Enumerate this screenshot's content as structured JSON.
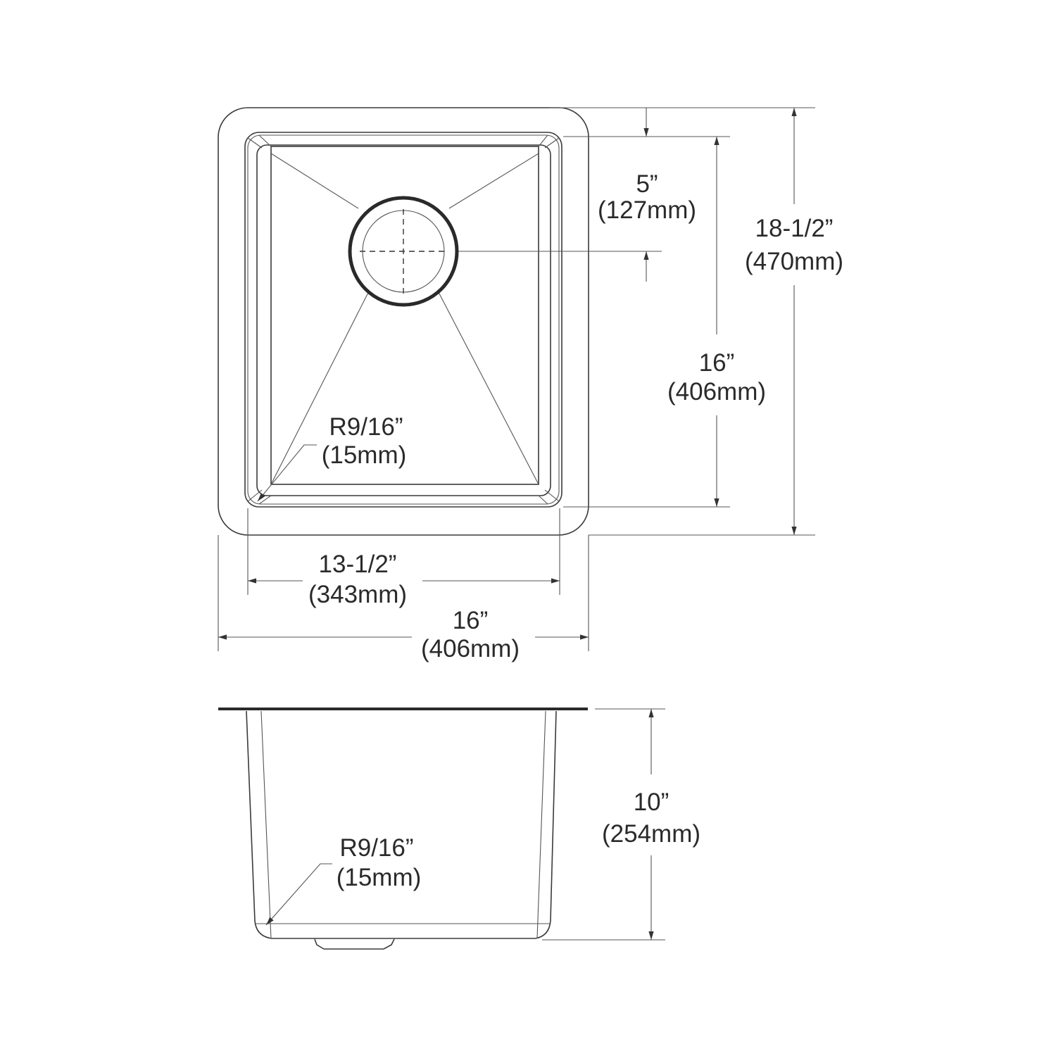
{
  "top_view": {
    "drain_offset": {
      "in": "5”",
      "mm": "(127mm)"
    },
    "bowl_length": {
      "in": "16”",
      "mm": "(406mm)"
    },
    "overall_length": {
      "in": "18-1/2”",
      "mm": "(470mm)"
    },
    "bowl_width": {
      "in": "13-1/2”",
      "mm": "(343mm)"
    },
    "overall_width": {
      "in": "16”",
      "mm": "(406mm)"
    },
    "corner_radius": {
      "in": "R9/16”",
      "mm": "(15mm)"
    }
  },
  "side_view": {
    "depth": {
      "in": "10”",
      "mm": "(254mm)"
    },
    "corner_radius": {
      "in": "R9/16”",
      "mm": "(15mm)"
    }
  },
  "colors": {
    "line": "#3a3a3a",
    "background": "#ffffff"
  }
}
